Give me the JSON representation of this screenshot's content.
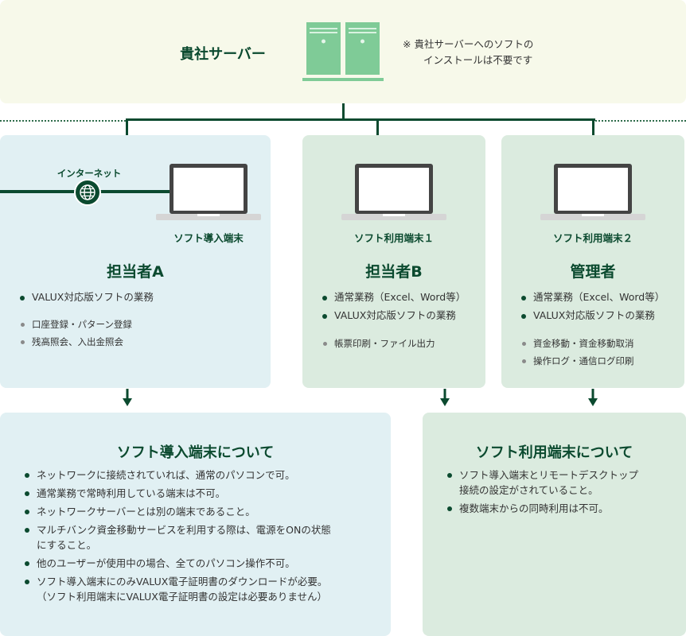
{
  "server": {
    "title": "貴社サーバー",
    "note_line1": "※ 貴社サーバーへのソフトの",
    "note_line2": "インストールは不要です"
  },
  "internet_label": "インターネット",
  "terminals": [
    {
      "device_label": "ソフト導入端末",
      "role": "担当者A",
      "main_items": [
        "VALUX対応版ソフトの業務"
      ],
      "sub_items": [
        "口座登録・パターン登録",
        "残高照会、入出金照会"
      ]
    },
    {
      "device_label": "ソフト利用端末１",
      "role": "担当者B",
      "main_items": [
        "通常業務（Excel、Word等）",
        "VALUX対応版ソフトの業務"
      ],
      "sub_items": [
        "帳票印刷・ファイル出力"
      ]
    },
    {
      "device_label": "ソフト利用端末２",
      "role": "管理者",
      "main_items": [
        "通常業務（Excel、Word等）",
        "VALUX対応版ソフトの業務"
      ],
      "sub_items": [
        "資金移動・資金移動取消",
        "操作ログ・通信ログ印刷"
      ]
    }
  ],
  "install_terminal_info": {
    "title": "ソフト導入端末について",
    "items": [
      "ネットワークに接続されていれば、通常のパソコンで可。",
      "通常業務で常時利用している端末は不可。",
      "ネットワークサーバーとは別の端末であること。",
      "マルチバンク資金移動サービスを利用する際は、電源をONの状態",
      "他のユーザーが使用中の場合、全てのパソコン操作不可。",
      "ソフト導入端末にのみVALUX電子証明書のダウンロードが必要。"
    ],
    "item4_cont": "にすること。",
    "item6_cont": "（ソフト利用端末にVALUX電子証明書の設定は必要ありません）"
  },
  "use_terminal_info": {
    "title": "ソフト利用端末について",
    "items": [
      "ソフト導入端末とリモートデスクトップ",
      "複数端末からの同時利用は不可。"
    ],
    "item1_cont": "接続の設定がされていること。"
  },
  "colors": {
    "dark_green": "#0b4a2f",
    "server_green": "#7fcb97",
    "blue_panel": "#e1f0f3",
    "green_panel": "#dbebdf",
    "server_panel": "#f7f9ea"
  }
}
